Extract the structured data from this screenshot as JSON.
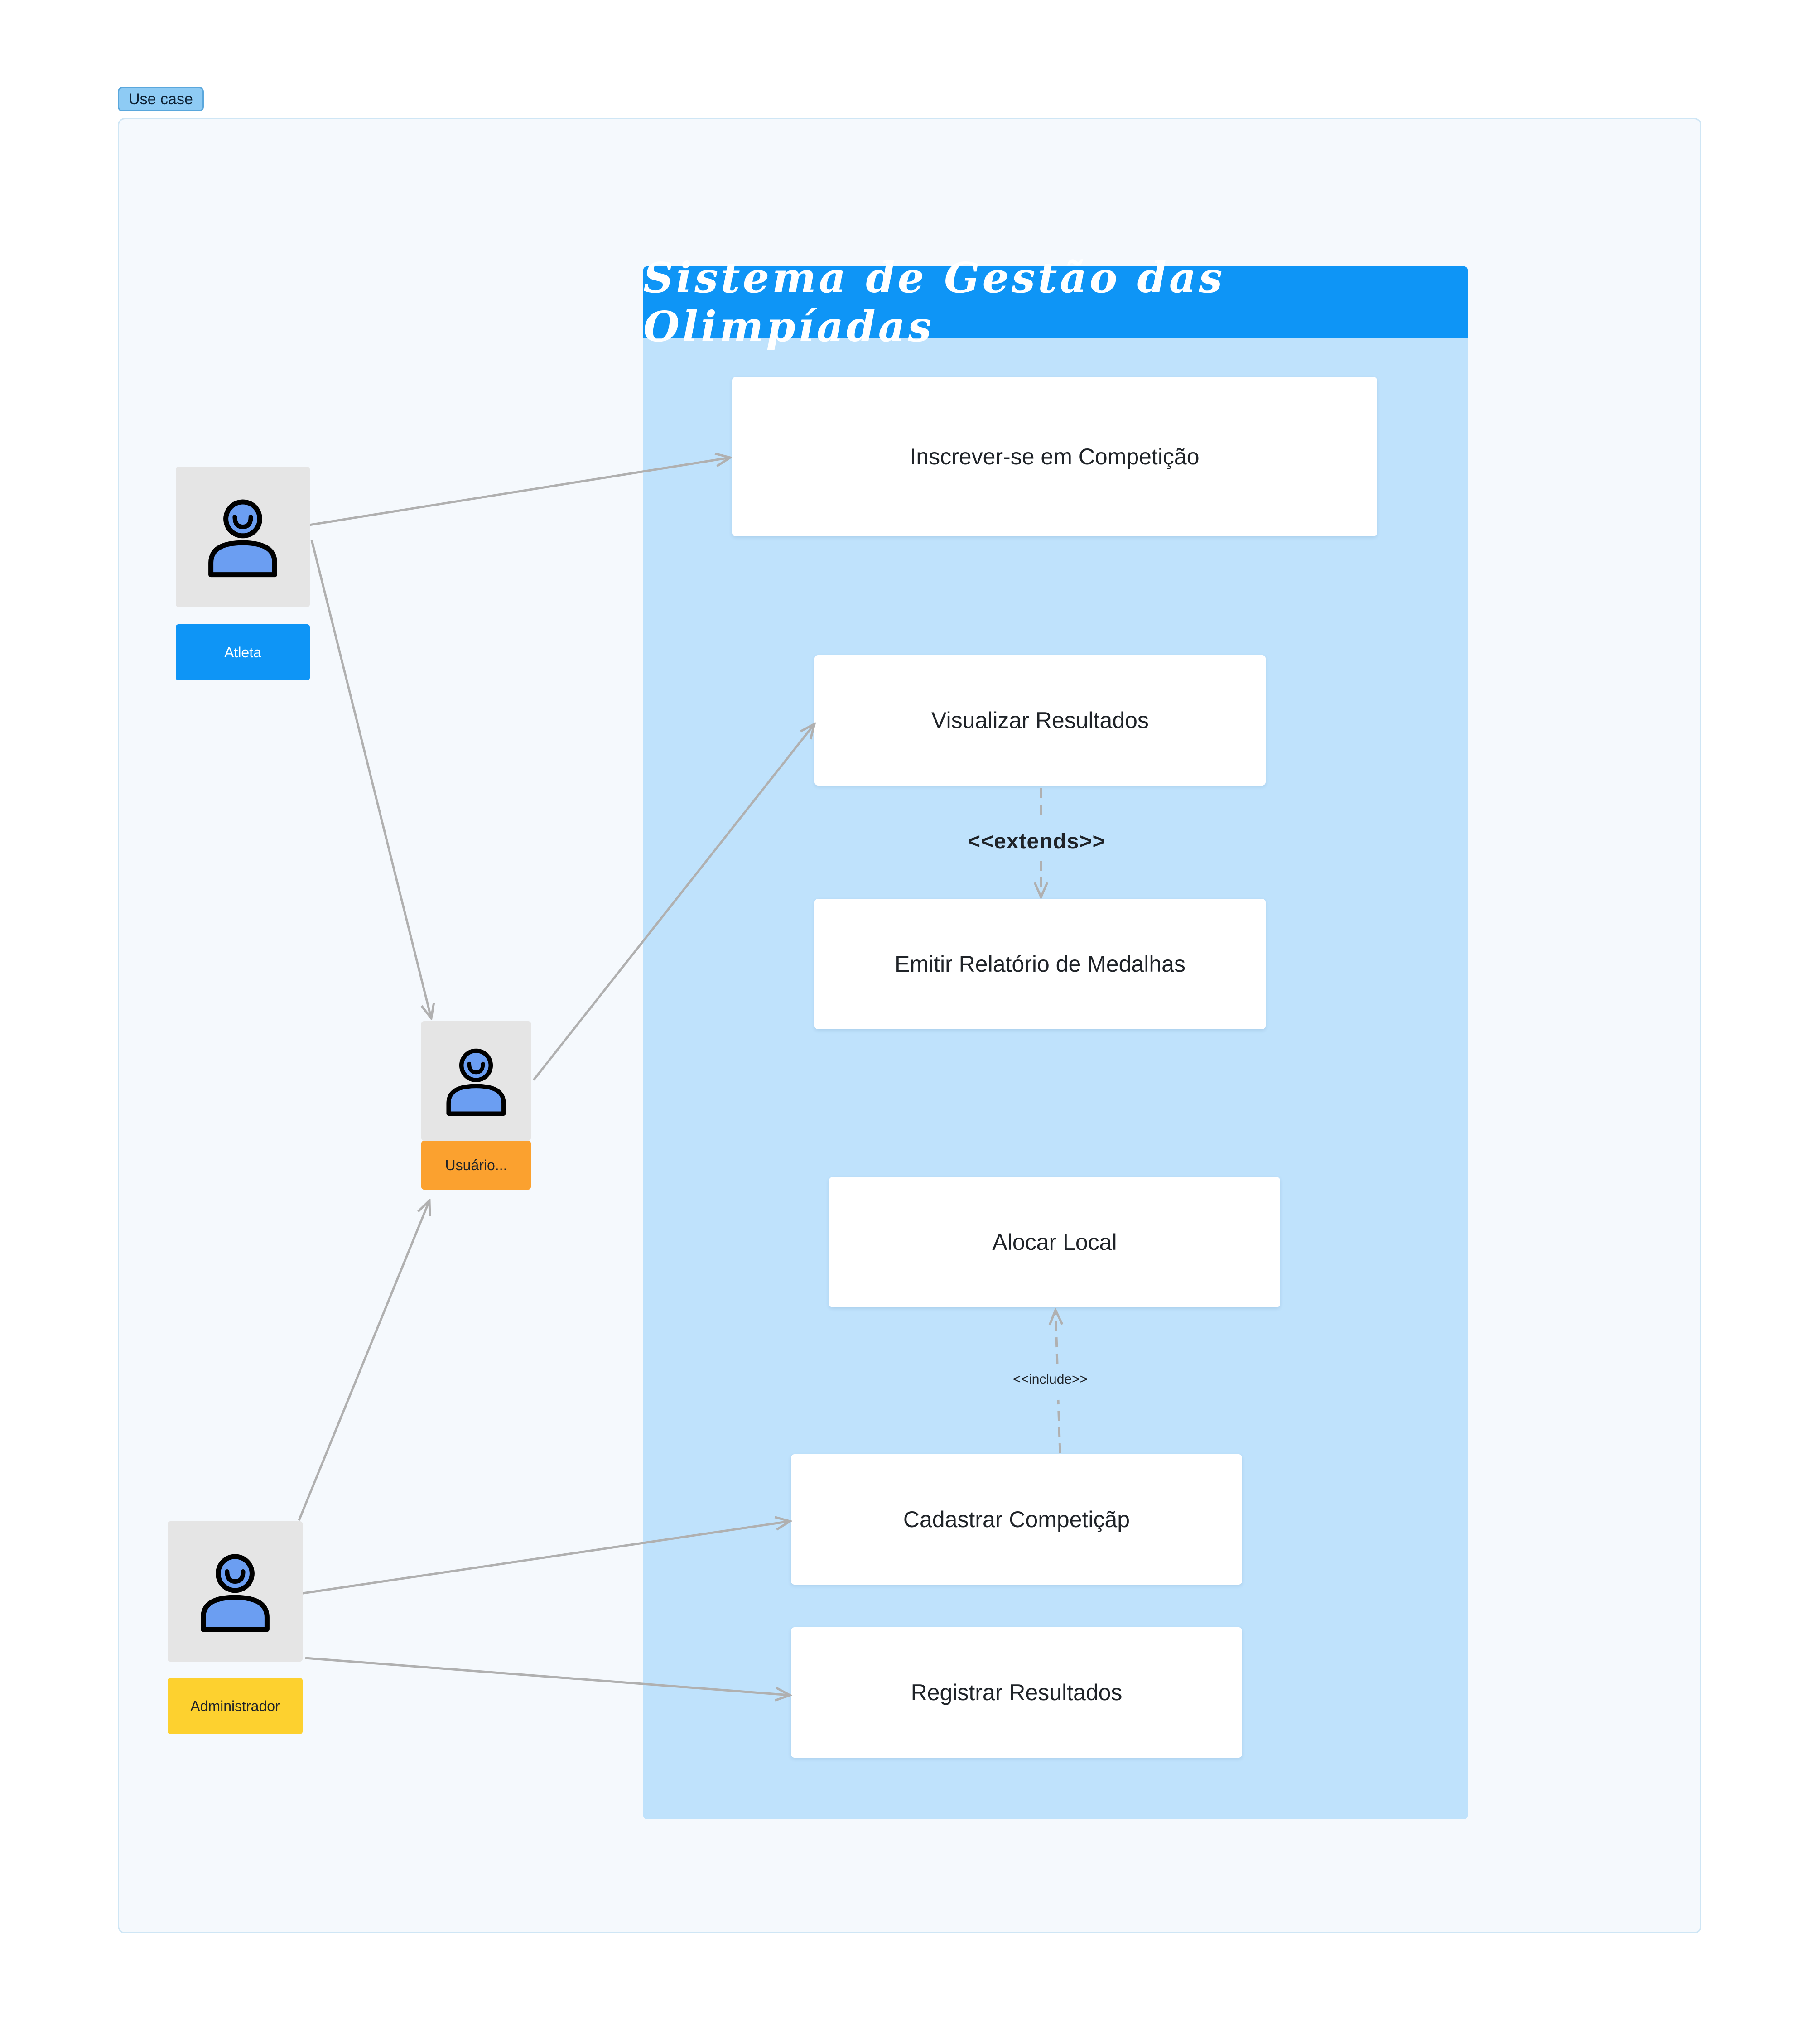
{
  "frame": {
    "tag": "Use case"
  },
  "system": {
    "title": "Sistema de Gestão das Olimpíadas"
  },
  "use_cases": {
    "inscrever": "Inscrever-se em Competição",
    "visualizar": "Visualizar Resultados",
    "emitir": "Emitir Relatório de Medalhas",
    "alocar": "Alocar Local",
    "cadastrar": "Cadastrar Competiçãp",
    "registrar": "Registrar Resultados"
  },
  "relations": {
    "extends": "<<extends>>",
    "include": "<<include>>"
  },
  "actors": {
    "atleta": {
      "label": "Atleta",
      "color": "#0e95f6",
      "text_color": "#ffffff"
    },
    "usuario": {
      "label": "Usuário...",
      "color": "#fba12f",
      "text_color": "#1f2328"
    },
    "administrador": {
      "label": "Administrador",
      "color": "#fdd12f",
      "text_color": "#1f2328"
    }
  },
  "colors": {
    "frame_background": "#f5f9fd",
    "system_background": "#bfe2fc",
    "system_header": "#0e95f6",
    "actor_tile": "#e5e5e5",
    "person_icon_fill": "#6b9ef2",
    "connector": "#b0b0b0"
  },
  "icons": [
    "person-icon"
  ]
}
